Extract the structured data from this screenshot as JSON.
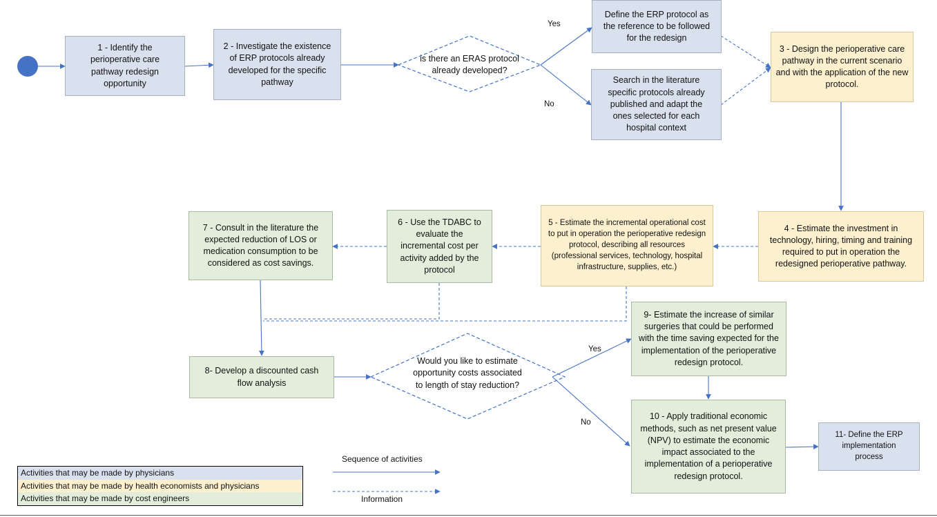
{
  "nodes": {
    "n1": "1 - Identify the perioperative care pathway redesign opportunity",
    "n2": "2 -  Investigate the existence of ERP protocols already developed for the specific pathway",
    "d1": "is there an ERAS protocol already developed?",
    "define_ref": "Define the ERP protocol as the reference to be followed for the redesign",
    "search_lit": "Search in the literature specific protocols already published and adapt the ones selected for each hospital context",
    "n3": "3 - Design the perioperative care pathway in the current scenario and with the application of the new protocol.",
    "n4": "4 - Estimate the investment in technology, hiring, timing and training required to put in operation the redesigned perioperative pathway.",
    "n5": "5 - Estimate the incremental operational cost to put in operation the perioperative redesign protocol, describing all resources (professional services, technology, hospital infrastructure, supplies, etc.)",
    "n6": "6 - Use the TDABC to evaluate the incremental cost per activity added by the protocol",
    "n7": "7 - Consult in the literature the expected reduction of LOS or medication consumption to be considered as cost savings.",
    "n8": "8- Develop a discounted cash flow analysis",
    "d2": "Would you like to estimate opportunity costs associated to length of stay reduction?",
    "n9": "9- Estimate the increase of similar surgeries that could be performed with the time saving expected for the implementation of the perioperative redesign protocol.",
    "n10": "10 - Apply traditional economic methods, such as net present value (NPV) to estimate the economic impact associated to the implementation of a perioperative redesign protocol.",
    "n11": "11- Define the ERP implementation process"
  },
  "edge_labels": {
    "yes1": "Yes",
    "no1": "No",
    "yes2": "Yes",
    "no2": "No"
  },
  "legend": {
    "physicians": "Activities that may be made by physicians",
    "health_economists": "Activities that may be made by health economists and physicians",
    "cost_engineers": "Activities that may be made by cost engineers",
    "sequence": "Sequence of activities",
    "information": "Information"
  },
  "colors": {
    "physicians": "#d9e1ee",
    "health_economists": "#fdf0cf",
    "cost_engineers": "#e2eedb",
    "arrow": "#4472c4",
    "start_node": "#4472c4"
  }
}
